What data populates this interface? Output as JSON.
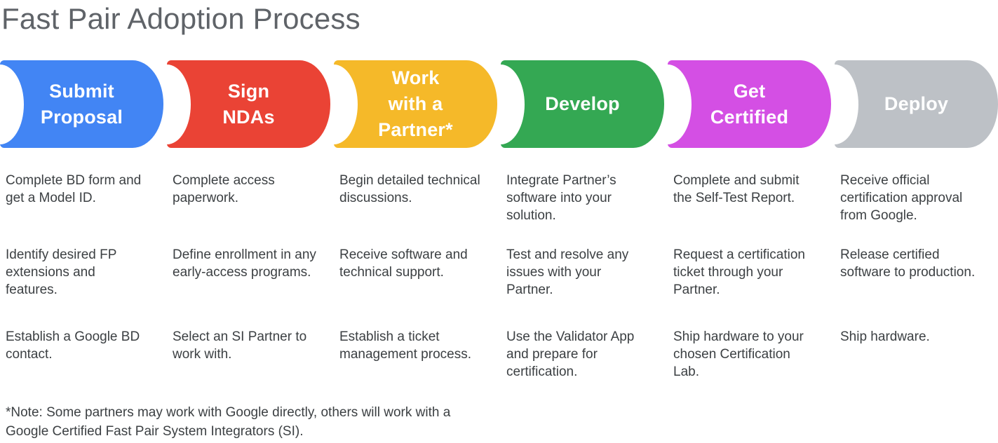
{
  "title": "Fast Pair Adoption Process",
  "colors": {
    "title_text": "#5F6368",
    "body_text": "#3C4043",
    "stage_label_text": "#FFFFFF"
  },
  "stages": [
    {
      "id": "submit-proposal",
      "label": "Submit\nProposal",
      "color": "#4285F4",
      "descriptions": [
        "Complete BD form and get a Model ID.",
        "Identify desired FP extensions and features.",
        "Establish a Google BD contact."
      ]
    },
    {
      "id": "sign-ndas",
      "label": "Sign\nNDAs",
      "color": "#EA4335",
      "descriptions": [
        "Complete access paperwork.",
        "Define enrollment in any early-access programs.",
        "Select an SI Partner to work with."
      ]
    },
    {
      "id": "work-with-a-partner",
      "label": "Work\nwith a\nPartner*",
      "color": "#F5B929",
      "descriptions": [
        "Begin detailed technical discussions.",
        "Receive software and technical support.",
        "Establish a ticket management process."
      ]
    },
    {
      "id": "develop",
      "label": "Develop",
      "color": "#34A853",
      "descriptions": [
        "Integrate Partner’s software into your solution.",
        "Test and resolve any issues with your Partner.",
        "Use the Validator App and prepare for certification."
      ]
    },
    {
      "id": "get-certified",
      "label": "Get\nCertified",
      "color": "#D44FE4",
      "descriptions": [
        "Complete and submit the Self-Test Report.",
        "Request a certification ticket through your Partner.",
        "Ship hardware to your chosen Certification Lab."
      ]
    },
    {
      "id": "deploy",
      "label": "Deploy",
      "color": "#BDC1C6",
      "descriptions": [
        "Receive official certification approval from Google.",
        "Release certified software to production.",
        "Ship hardware."
      ]
    }
  ],
  "note": "*Note: Some partners may work with Google directly, others will work with a\nGoogle Certified Fast Pair System Integrators (SI)."
}
